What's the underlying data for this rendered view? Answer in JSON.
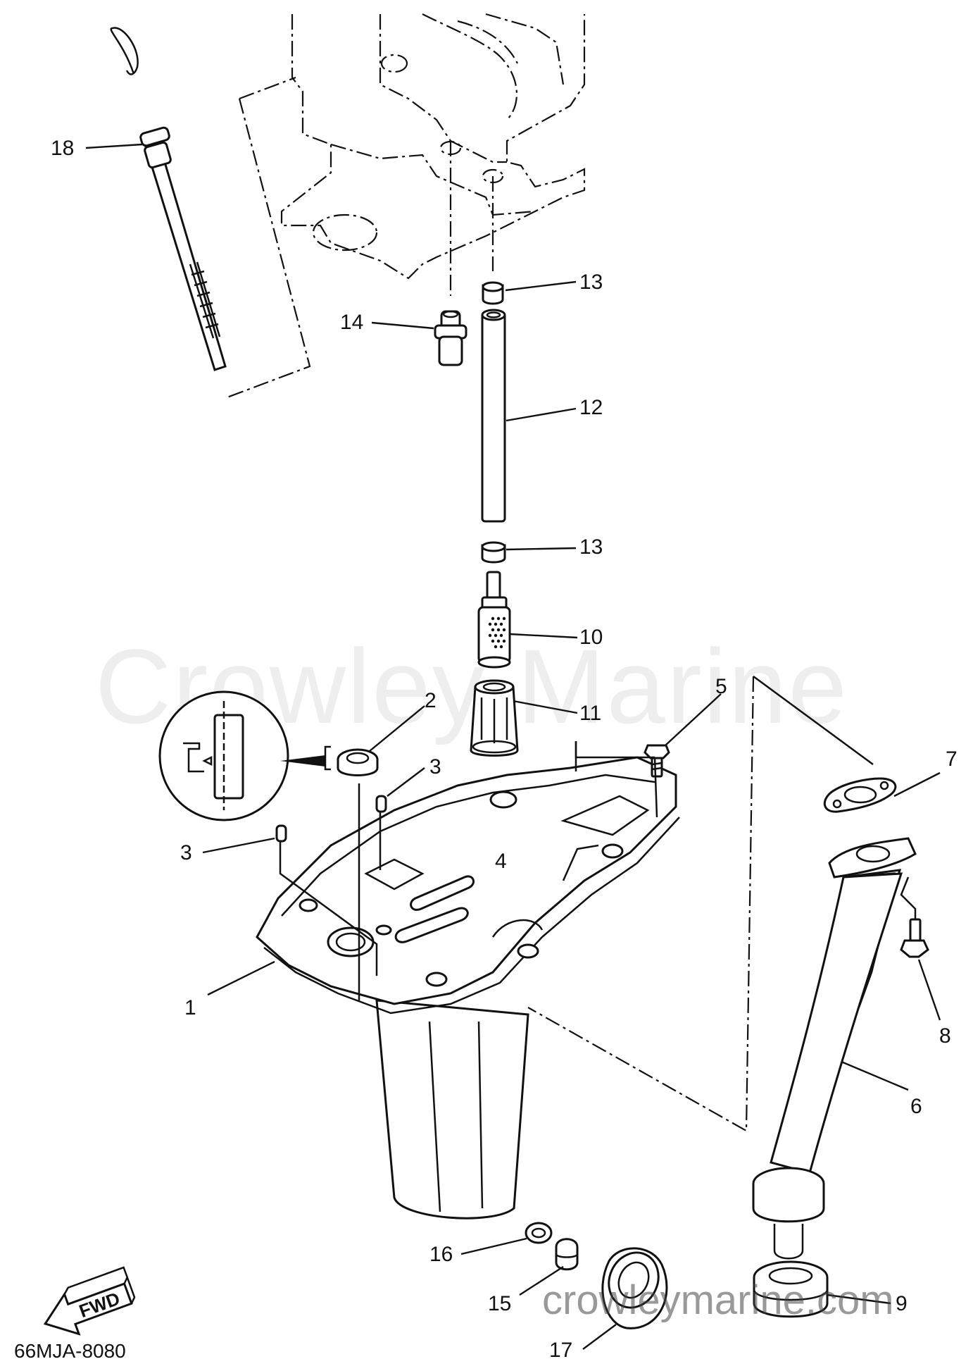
{
  "diagram": {
    "watermark": "Crowley Marine",
    "site_url": "crowleymarine.com",
    "diagram_code": "66MJA-8080",
    "direction_arrow": "FWD",
    "callouts": [
      {
        "id": "c1",
        "label": "1"
      },
      {
        "id": "c2",
        "label": "2"
      },
      {
        "id": "c3a",
        "label": "3"
      },
      {
        "id": "c3b",
        "label": "3"
      },
      {
        "id": "c4",
        "label": "4"
      },
      {
        "id": "c5",
        "label": "5"
      },
      {
        "id": "c6",
        "label": "6"
      },
      {
        "id": "c7",
        "label": "7"
      },
      {
        "id": "c8",
        "label": "8"
      },
      {
        "id": "c9",
        "label": "9"
      },
      {
        "id": "c10",
        "label": "10"
      },
      {
        "id": "c11",
        "label": "11"
      },
      {
        "id": "c12",
        "label": "12"
      },
      {
        "id": "c13a",
        "label": "13"
      },
      {
        "id": "c13b",
        "label": "13"
      },
      {
        "id": "c14",
        "label": "14"
      },
      {
        "id": "c15",
        "label": "15"
      },
      {
        "id": "c16",
        "label": "16"
      },
      {
        "id": "c17",
        "label": "17"
      },
      {
        "id": "c18",
        "label": "18"
      }
    ]
  }
}
